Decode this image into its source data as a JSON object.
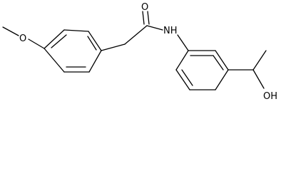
{
  "molecule": {
    "atom_labels": {
      "carbonyl_oxygen": "O",
      "amide_nitrogen": "NH",
      "methoxy_oxygen": "O",
      "hydroxyl": "OH"
    }
  },
  "colors": {
    "bond": "#000000",
    "label": "#000000",
    "background": "#ffffff"
  }
}
